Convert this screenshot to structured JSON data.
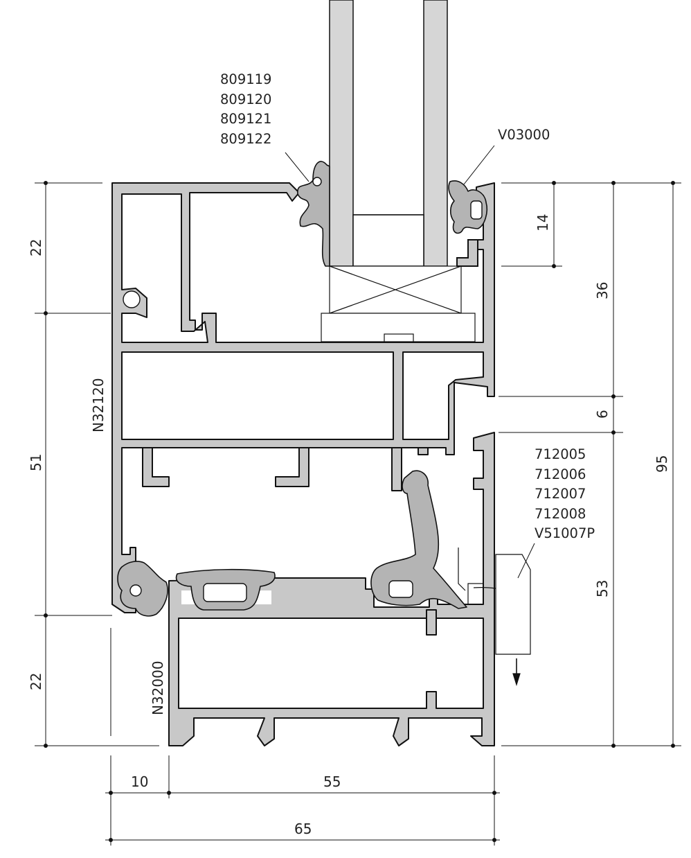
{
  "part_codes": {
    "glazing_gasket": [
      "809119",
      "809120",
      "809121",
      "809122"
    ],
    "glazing_bead_gasket": "V03000",
    "sash_gaskets": [
      "712005",
      "712006",
      "712007",
      "712008",
      "V51007P"
    ],
    "sash_profile": "N32120",
    "frame_profile": "N32000"
  },
  "dimensions": {
    "left_top": "22",
    "left_middle": "51",
    "left_bottom": "22",
    "glass_bite": "14",
    "right_upper": "36",
    "overlap_gap": "6",
    "right_lower": "53",
    "overall_height": "95",
    "offset_width": "10",
    "frame_width": "55",
    "overall_width": "65"
  },
  "colors": {
    "profile_fill": "#c8c8c8",
    "gasket_fill": "#b4b4b4",
    "glass_fill": "#d6d6d6",
    "line": "#111111"
  }
}
